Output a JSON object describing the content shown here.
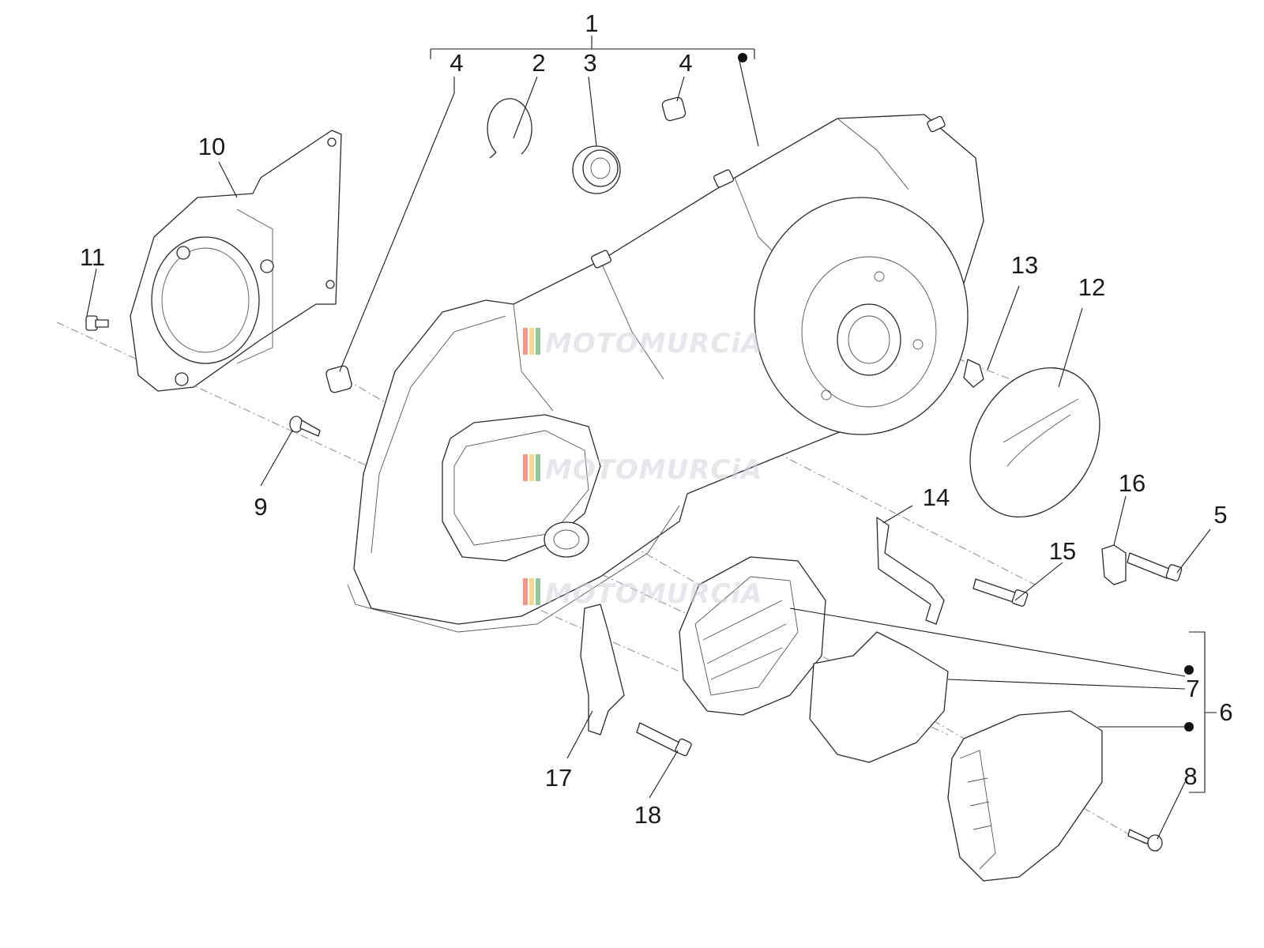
{
  "watermark": {
    "text": "MOTOMURCiA",
    "stripe_colors": [
      "#e8452e",
      "#f2b632",
      "#3a9a4a",
      "#f4f4f4"
    ]
  },
  "callouts": [
    "1",
    "2",
    "3",
    "4",
    "4",
    "5",
    "6",
    "7",
    "8",
    "9",
    "10",
    "11",
    "12",
    "13",
    "14",
    "15",
    "16",
    "17",
    "18"
  ],
  "icons": [
    "group-dot-icon"
  ]
}
